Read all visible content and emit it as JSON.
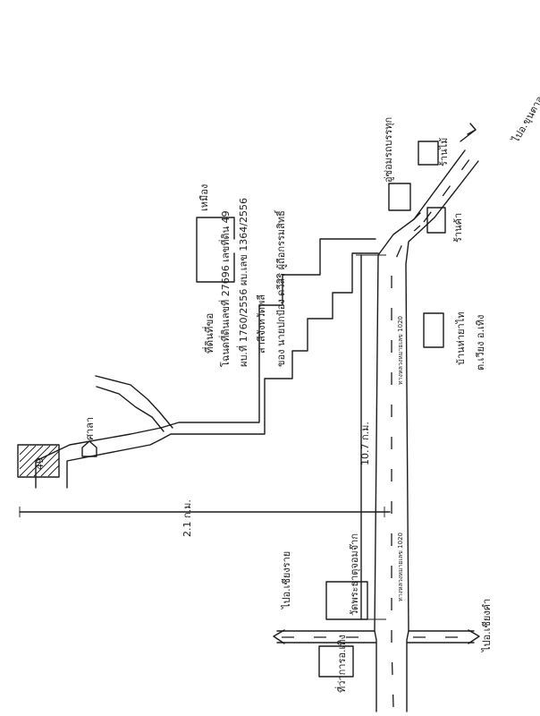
{
  "header": {
    "title": "ที่ดินที่ขอ",
    "line1": "โฉนดที่ดินเลขที่ 27696   เลขที่ดิน 49",
    "line2": "ผบ.ที่ 1760/2556   ผบ.เลข 1364/2556",
    "line3": "สาลีจังหวัดพลี",
    "line4": "ของ นายปกป้อง   ดวีสิริ   ผู้ถือกรรมสิทธิ์"
  },
  "labels": {
    "to_khun_tan": "ไปอ.ขุนตาล",
    "to_chiang_rai": "ไปอ.เชียงราย",
    "to_chiang_kham": "ไปอ.เชียงคำ",
    "repair_shop": "อู่ซ่อมรถบรรทุก",
    "shop1": "ร้านไม้",
    "shop2": "ร้านค้า",
    "house": "บ้านห่ายาไท",
    "house_address": "ต.เวียง อ.เทิง",
    "temple": "วัดพระธาตุจอมจ๊าก",
    "district_office": "ที่ว่าการอ.เทิง",
    "sala": "ศาลา",
    "plot": "ดิน",
    "pond": "เหมือง",
    "parcel_no": "49",
    "road_label": "ทางหลวงหมายเลข 1020",
    "dist_total": "10.7 ก.ม.",
    "dist_branch": "2.1 ก.ม."
  }
}
